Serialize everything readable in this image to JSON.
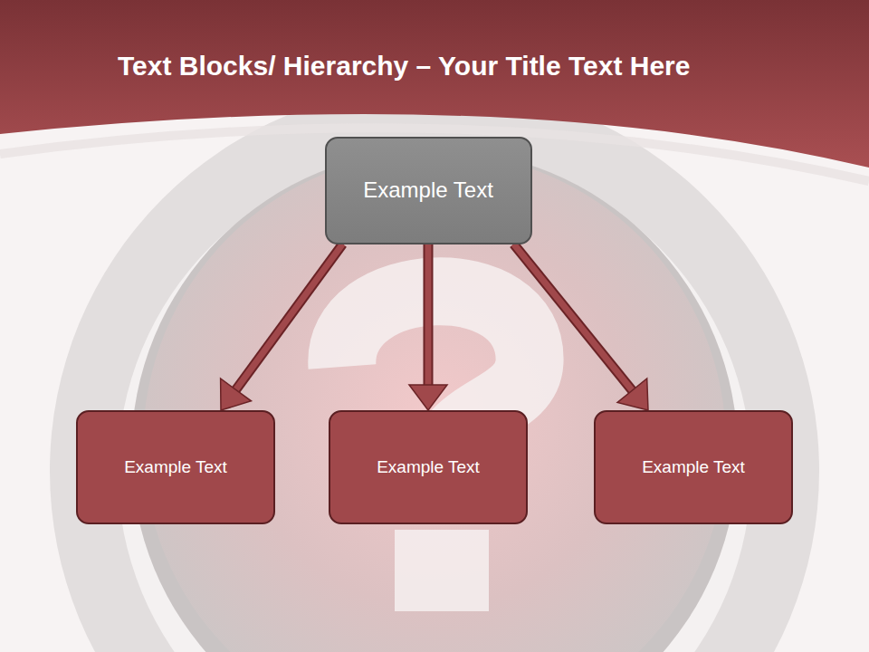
{
  "diagram": {
    "title": "Text Blocks/ Hierarchy – Your Title Text Here",
    "nodes": [
      {
        "text": [
          "Example Text"
        ]
      },
      {
        "text": [
          "Example Text"
        ]
      },
      {
        "text": [
          "Example Text"
        ]
      },
      {
        "text": [
          "Example Text"
        ]
      }
    ],
    "edges": [
      {
        "from": 0,
        "to": 1,
        "arrow": "to"
      },
      {
        "from": 0,
        "to": 2,
        "arrow": "to"
      },
      {
        "from": 0,
        "to": 3,
        "arrow": "to"
      }
    ]
  }
}
